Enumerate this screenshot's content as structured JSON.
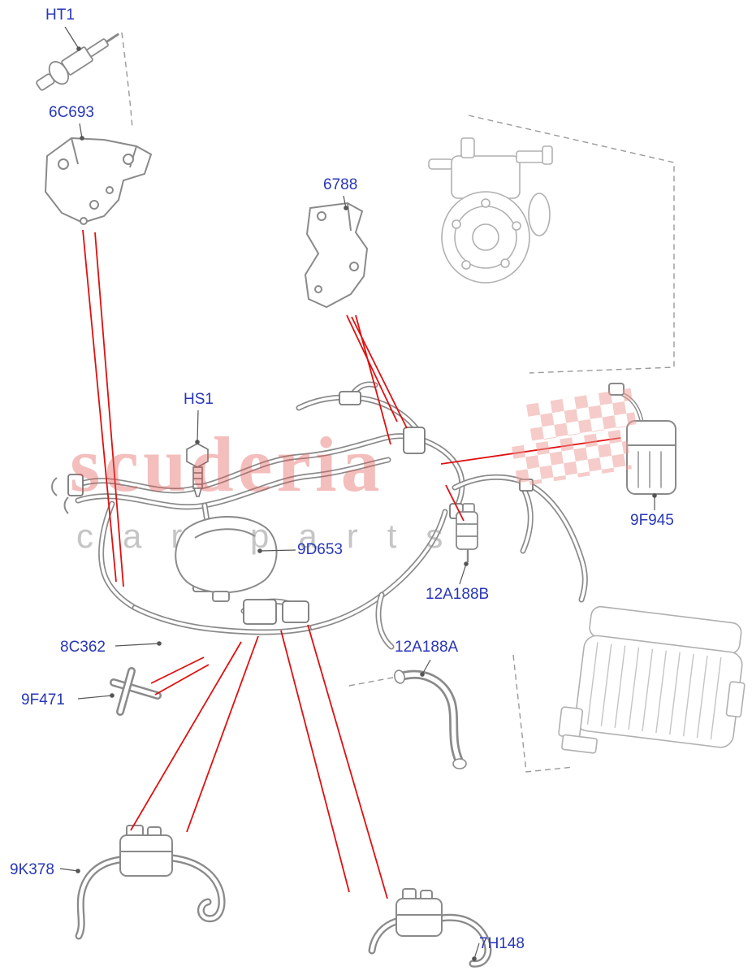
{
  "watermark": {
    "brand": "scuderia",
    "subtitle": "car parts"
  },
  "colors": {
    "label_text": "#2836b8",
    "callout_red": "#e01010",
    "part_line_gray": "#8a8a8a",
    "reference_part_gray": "#b0b0b0",
    "watermark_red": "#e0554f"
  },
  "labels": [
    {
      "id": "HT1",
      "text": "HT1"
    },
    {
      "id": "6C693",
      "text": "6C693"
    },
    {
      "id": "6788",
      "text": "6788"
    },
    {
      "id": "HS1",
      "text": "HS1"
    },
    {
      "id": "9F945",
      "text": "9F945"
    },
    {
      "id": "9D653",
      "text": "9D653"
    },
    {
      "id": "12A188B",
      "text": "12A188B"
    },
    {
      "id": "8C362",
      "text": "8C362"
    },
    {
      "id": "9F471",
      "text": "9F471"
    },
    {
      "id": "12A188A",
      "text": "12A188A"
    },
    {
      "id": "9K378",
      "text": "9K378"
    },
    {
      "id": "7H148",
      "text": "7H148"
    }
  ]
}
